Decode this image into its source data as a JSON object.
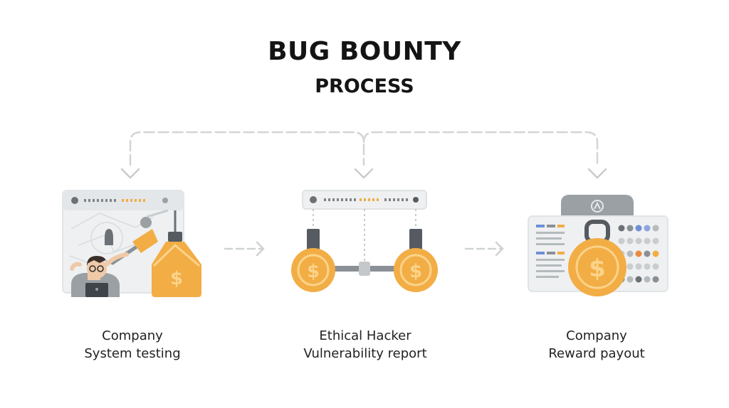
{
  "title": {
    "line1": "BUG BOUNTY",
    "line2": "PROCESS"
  },
  "steps": [
    {
      "line1": "Company",
      "line2": "System testing"
    },
    {
      "line1": "Ethical Hacker",
      "line2": "Vulnerability report"
    },
    {
      "line1": "Company",
      "line2": "Reward payout"
    }
  ],
  "icons": {
    "coin_symbol": "$",
    "step1": "tester-and-money-bag-illustration",
    "step2": "coins-on-balance-illustration",
    "step3": "reward-coin-dashboard-illustration"
  },
  "colors": {
    "coin": "#f2ad45",
    "coin_rim": "#fbd38a",
    "panel": "#eef0f1",
    "connector": "#d3d6d8",
    "dark": "#555b60"
  }
}
